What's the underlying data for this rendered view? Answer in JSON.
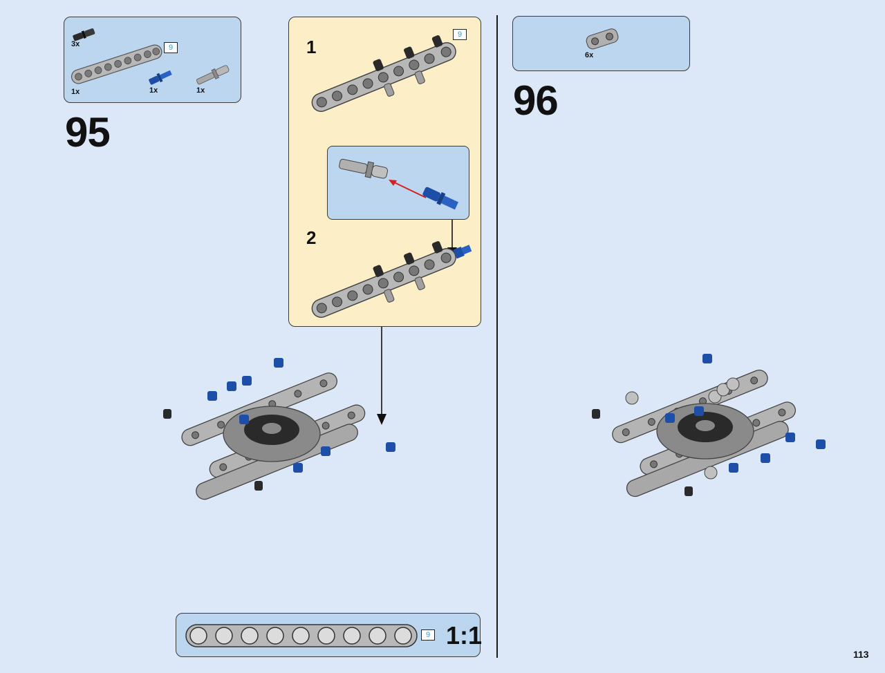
{
  "step_95": {
    "number": "95",
    "parts": [
      {
        "qty": "3x",
        "icon": "pin-black-icon"
      },
      {
        "qty": "1x",
        "icon": "beam-9-icon",
        "length_tag": "9"
      },
      {
        "qty": "1x",
        "icon": "axle-pin-blue-icon"
      },
      {
        "qty": "1x",
        "icon": "pin-grey-icon"
      }
    ],
    "substeps": [
      {
        "number": "1",
        "length_tag": "9"
      },
      {
        "number": "2"
      }
    ]
  },
  "step_96": {
    "number": "96",
    "parts": [
      {
        "qty": "6x",
        "icon": "cross-block-icon"
      }
    ]
  },
  "scale_ruler": {
    "length_tag": "9",
    "scale": "1:1"
  },
  "page_number": "113",
  "colors": {
    "background": "#dce8f8",
    "parts_box": "#bcd6f0",
    "subassembly_box": "#fcefc8",
    "light_grey": "#b0b0b0",
    "blue_part": "#1d4fa8",
    "arrow_red": "#d42020",
    "length_tag_text": "#2aa0d8"
  }
}
